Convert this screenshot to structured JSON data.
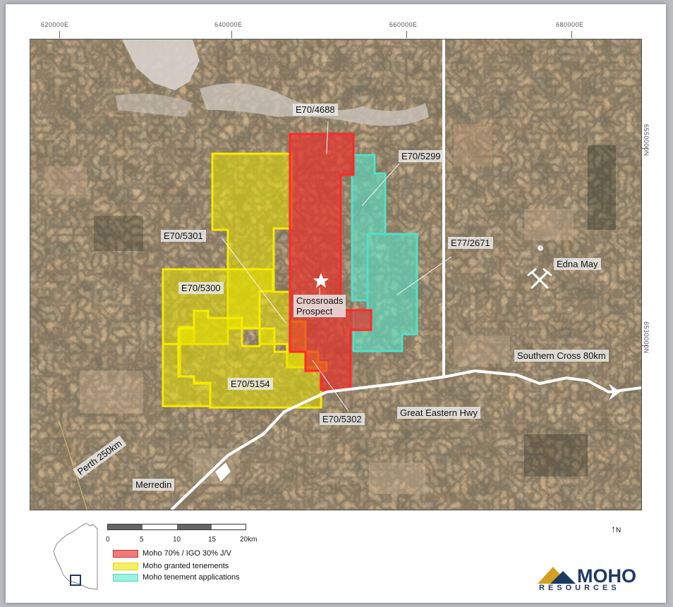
{
  "grid": {
    "eastings": [
      "620000E",
      "640000E",
      "660000E",
      "680000E"
    ],
    "northings": [
      "6550000N",
      "6530000N"
    ]
  },
  "tenements": {
    "e70_4688": "E70/4688",
    "e70_5299": "E70/5299",
    "e70_5301": "E70/5301",
    "e77_2671": "E77/2671",
    "e70_5300": "E70/5300",
    "e70_5154": "E70/5154",
    "e70_5302": "E70/5302"
  },
  "places": {
    "crossroads_line1": "Crossroads",
    "crossroads_line2": "Prospect",
    "edna_may": "Edna May",
    "southern_cross": "Southern Cross 80km",
    "great_eastern_hwy": "Great Eastern Hwy",
    "merredin": "Merredin",
    "perth": "Perth 250km"
  },
  "scale": {
    "ticks": [
      "0",
      "5",
      "10",
      "15",
      "20km"
    ]
  },
  "legend": [
    {
      "label": "Moho 70% / IGO 30% J/V",
      "fill": "#f07a7a",
      "stroke": "#d93030"
    },
    {
      "label": "Moho granted tenements",
      "fill": "#f2ef6a",
      "stroke": "#e6d800"
    },
    {
      "label": "Moho tenement applications",
      "fill": "#9ef0e0",
      "stroke": "#4fd8c0"
    }
  ],
  "north": {
    "arrow": "↑",
    "letter": "N"
  },
  "logo": {
    "main": "MOHO",
    "sub": "RESOURCES"
  },
  "colors": {
    "jv_red": "#e23a3a",
    "granted_yellow": "#f0e800",
    "application_cyan": "#58e0c8",
    "road_white": "#ffffff",
    "logo_navy": "#1d3a63",
    "logo_gold": "#d4a020"
  }
}
